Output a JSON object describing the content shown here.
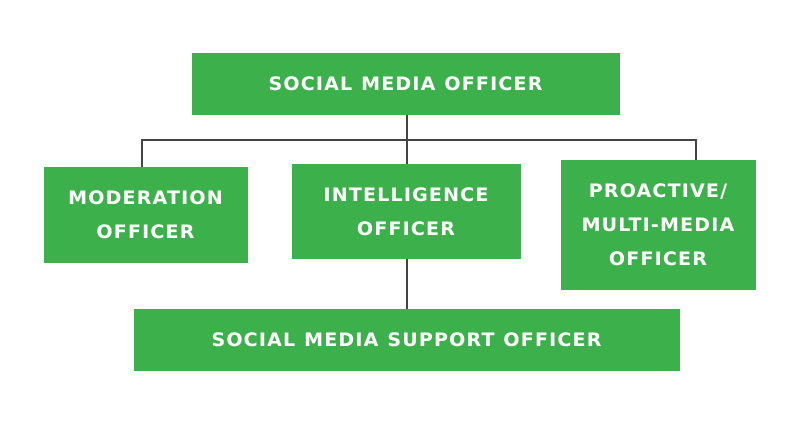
{
  "colors": {
    "box": "#3cb04a",
    "text": "#ffffff",
    "line": "#444444"
  },
  "nodes": {
    "top": "SOCIAL MEDIA OFFICER",
    "moderation": "MODERATION\nOFFICER",
    "intelligence": "INTELLIGENCE\nOFFICER",
    "proactive": "PROACTIVE/\nMULTI-MEDIA\nOFFICER",
    "support": "SOCIAL MEDIA SUPPORT OFFICER"
  }
}
